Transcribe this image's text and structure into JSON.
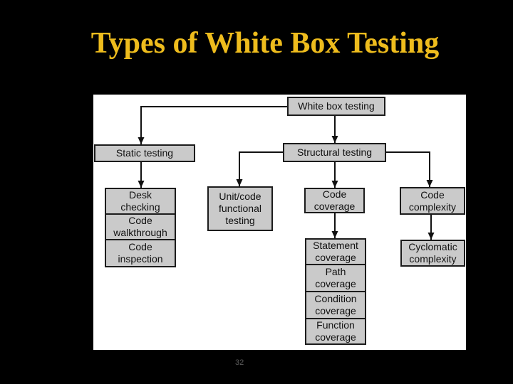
{
  "title": "Types of White Box Testing",
  "page_number": "32",
  "colors": {
    "background": "#000000",
    "title_text": "#eebc1d",
    "panel_background": "#ffffff",
    "node_fill": "#cacaca",
    "node_border": "#1c1c1c",
    "connector": "#111111",
    "page_number_text": "#5d5d5d"
  },
  "diagram": {
    "nodes": {
      "white_box": "White box testing",
      "static": "Static testing",
      "structural": "Structural testing",
      "desk_checking": "Desk checking",
      "code_walkthrough": "Code walkthrough",
      "code_inspection": "Code inspection",
      "unit_code": "Unit/code functional testing",
      "code_coverage": "Code coverage",
      "statement_coverage": "Statement coverage",
      "path_coverage": "Path coverage",
      "condition_coverage": "Condition coverage",
      "function_coverage": "Function coverage",
      "code_complexity": "Code complexity",
      "cyclomatic_complexity": "Cyclomatic complexity"
    },
    "edges": [
      {
        "from": "White box testing",
        "to": "Static testing"
      },
      {
        "from": "White box testing",
        "to": "Structural testing"
      },
      {
        "from": "Static testing",
        "to": "Desk checking"
      },
      {
        "from": "Structural testing",
        "to": "Unit/code functional testing"
      },
      {
        "from": "Structural testing",
        "to": "Code coverage"
      },
      {
        "from": "Structural testing",
        "to": "Code complexity"
      },
      {
        "from": "Code coverage",
        "to": "Statement coverage"
      },
      {
        "from": "Code complexity",
        "to": "Cyclomatic complexity"
      }
    ]
  }
}
